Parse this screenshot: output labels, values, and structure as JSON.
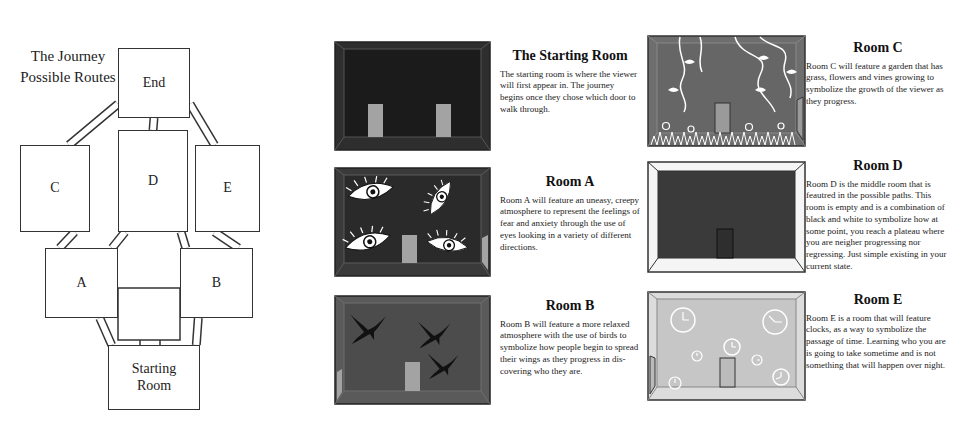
{
  "diagram": {
    "title": "The Journey Possible Routes",
    "nodes": [
      {
        "text": [
          "End"
        ]
      },
      {
        "text": [
          "C"
        ]
      },
      {
        "text": [
          "D"
        ]
      },
      {
        "text": [
          "E"
        ]
      },
      {
        "text": [
          "A"
        ]
      },
      {
        "text": [
          "B"
        ]
      },
      {
        "text": [
          "Starting Room"
        ]
      },
      {
        "text": [
          "The Starting Room",
          "The starting room is where the viewer will first appear in. The journey begins once they chose which door to walk through."
        ]
      },
      {
        "text": [
          "Room A",
          "Room A will feature an uneasy, creepy atmosphere to represent the feelings of fear and anxiety through the use of eyes looking in a variety of different directions."
        ]
      },
      {
        "text": [
          "Room B",
          "Room B will feature a more relaxed atmosphere with the use of birds to symbolize how people begin to spread their wings as they progress in dis- covering who they are."
        ]
      },
      {
        "text": [
          "Room C",
          "Room C will feature a garden that has grass, flowers and vines growing to symbolize the growth of the viewer as they progress."
        ]
      },
      {
        "text": [
          "Room D",
          "Room D is the middle room that is feautred in the possible paths. This room is empty and is a combination of black and white to symbolize how at some point, you reach a plateau where you are neigher progressing nor regressing. Just simple existing in your current state."
        ]
      },
      {
        "text": [
          "Room E",
          "Room E is a room that will feature clocks, as a way to symbolize the passage of time. Learning who you are is going to take sometime and is not something that will happen over night."
        ]
      }
    ],
    "edges": [
      {
        "from": 6,
        "to": 4,
        "arrow": "none"
      },
      {
        "from": 6,
        "to": 5,
        "arrow": "none"
      },
      {
        "from": 4,
        "to": 1,
        "arrow": "none"
      },
      {
        "from": 4,
        "to": 2,
        "arrow": "none"
      },
      {
        "from": 5,
        "to": 2,
        "arrow": "none"
      },
      {
        "from": 5,
        "to": 3,
        "arrow": "none"
      },
      {
        "from": 1,
        "to": 0,
        "arrow": "none"
      },
      {
        "from": 2,
        "to": 0,
        "arrow": "none"
      },
      {
        "from": 3,
        "to": 0,
        "arrow": "none"
      }
    ]
  }
}
